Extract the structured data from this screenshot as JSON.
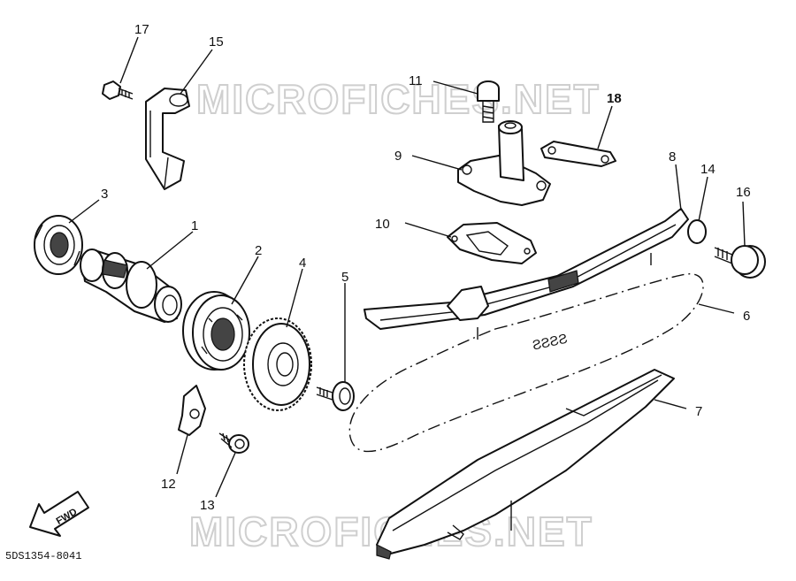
{
  "watermarks": [
    "MICROFICHES.NET",
    "MICROFICHES.NET"
  ],
  "drawing_number": "5DS1354-8041",
  "fwd_label": "FWD",
  "callouts": {
    "c1": "1",
    "c2": "2",
    "c3": "3",
    "c4": "4",
    "c5": "5",
    "c6": "6",
    "c7": "7",
    "c8": "8",
    "c9": "9",
    "c10": "10",
    "c11": "11",
    "c12": "12",
    "c13": "13",
    "c14": "14",
    "c15": "15",
    "c16": "16",
    "c17": "17",
    "c18": "18"
  },
  "chain_marking": "ƧƧƧƧ"
}
